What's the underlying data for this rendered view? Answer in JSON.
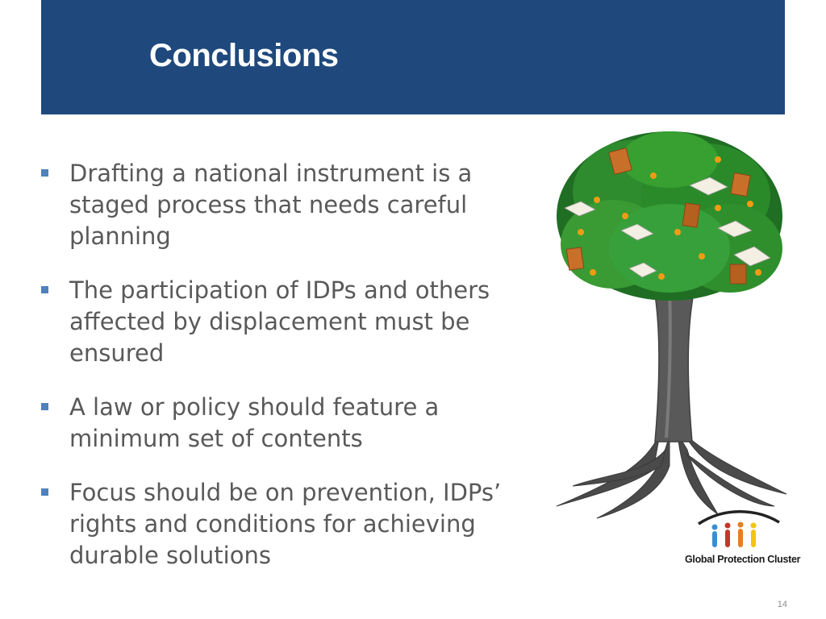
{
  "slide": {
    "title": "Conclusions",
    "bullets": [
      "Drafting a national instrument is a staged process that needs careful planning",
      "The participation of IDPs and others affected by displacement must be ensured",
      "A law or policy should feature a minimum set of contents",
      "Focus should be on prevention, IDPs’ rights and conditions for achieving durable solutions"
    ],
    "logo_text": "Global Protection Cluster",
    "page_number": "14"
  },
  "images": {
    "tree": "tree-with-books-illustration",
    "logo": "global-protection-cluster-logo"
  },
  "colors": {
    "title_bar": "#1f497d",
    "bullet_marker": "#4f81bd",
    "body_text": "#595959",
    "foliage": "#2e8b2e",
    "trunk": "#555555"
  }
}
